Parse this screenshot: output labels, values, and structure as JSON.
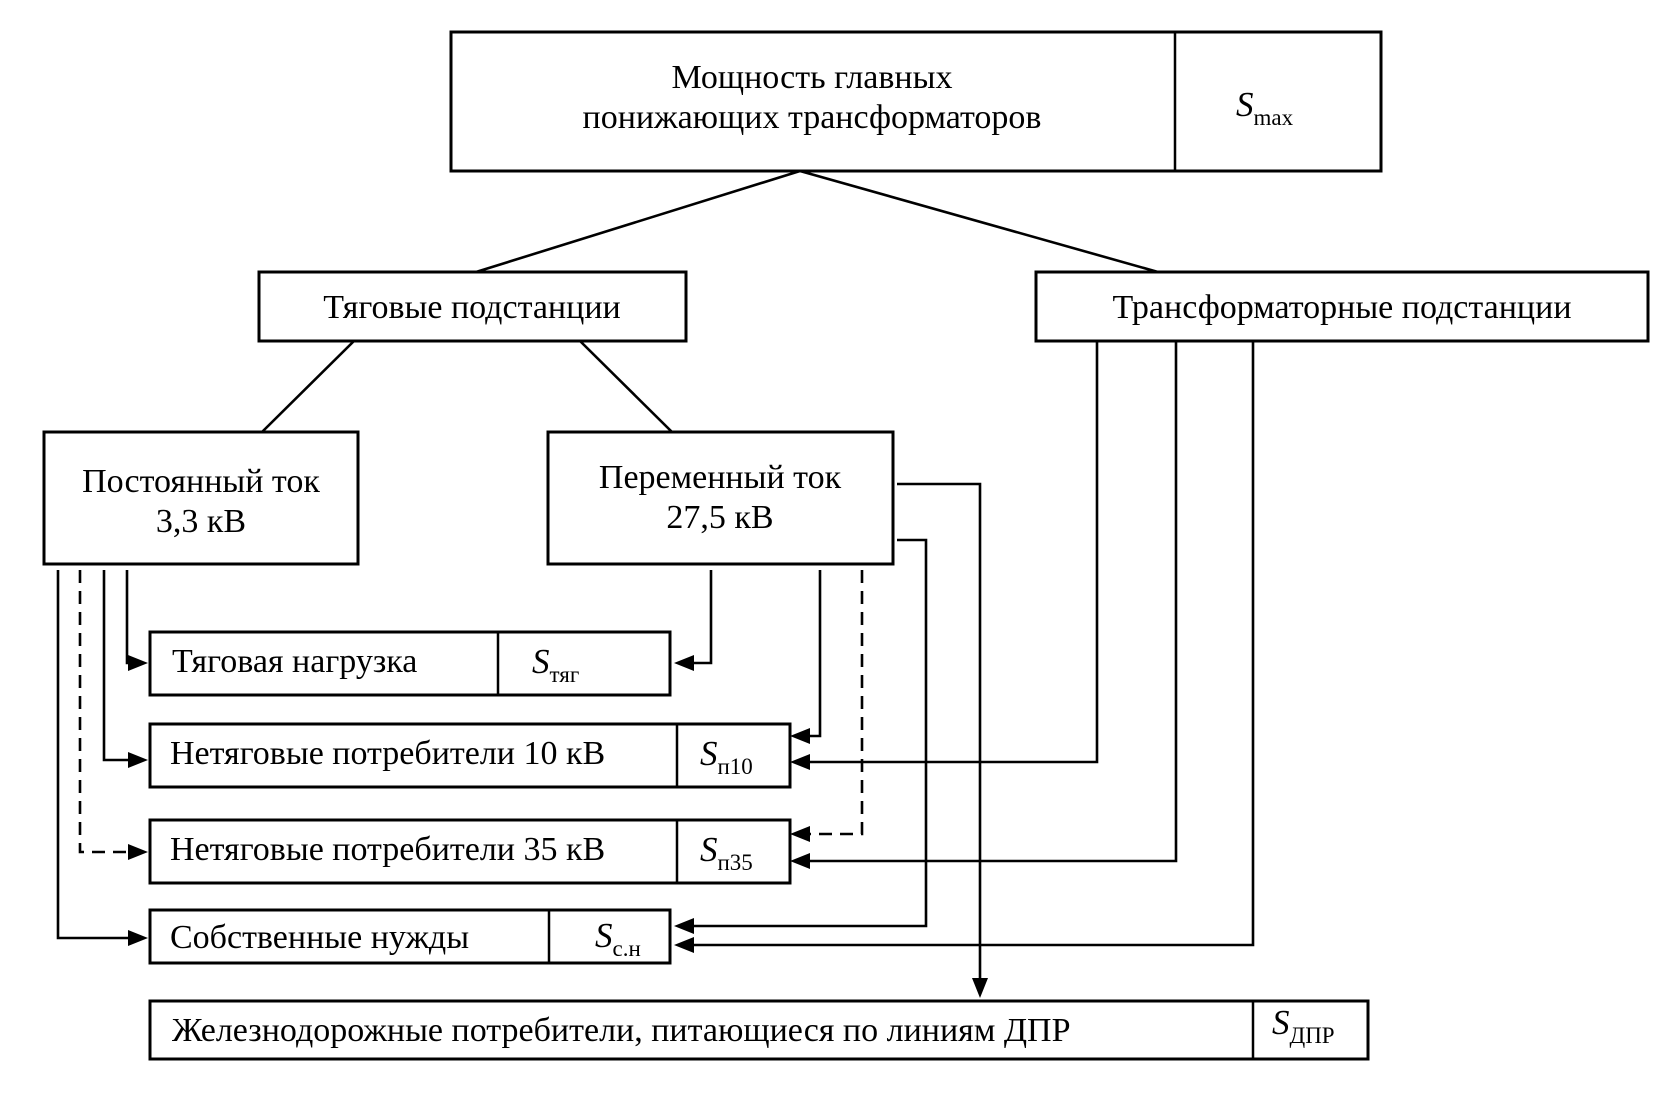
{
  "nodes": {
    "main": {
      "line1": "Мощность главных",
      "line2": "понижающих трансформаторов",
      "symbol": "S",
      "subscript": "max"
    },
    "traction_substations": {
      "label": "Тяговые подстанции"
    },
    "transformer_substations": {
      "label": "Трансформаторные подстанции"
    },
    "dc": {
      "line1": "Постоянный ток",
      "line2": "3,3 кВ"
    },
    "ac": {
      "line1": "Переменный ток",
      "line2": "27,5 кВ"
    },
    "traction_load": {
      "label": "Тяговая нагрузка",
      "symbol": "S",
      "subscript": "тяг"
    },
    "nontraction_10": {
      "label": "Нетяговые потребители 10 кВ",
      "symbol": "S",
      "subscript": "п10"
    },
    "nontraction_35": {
      "label": "Нетяговые потребители 35 кВ",
      "symbol": "S",
      "subscript": "п35"
    },
    "own_needs": {
      "label": "Собственные нужды",
      "symbol": "S",
      "subscript": "с.н"
    },
    "railway_consumers": {
      "label": "Железнодорожные потребители, питающиеся по линиям ДПР",
      "symbol": "S",
      "subscript": "ДПР"
    }
  }
}
